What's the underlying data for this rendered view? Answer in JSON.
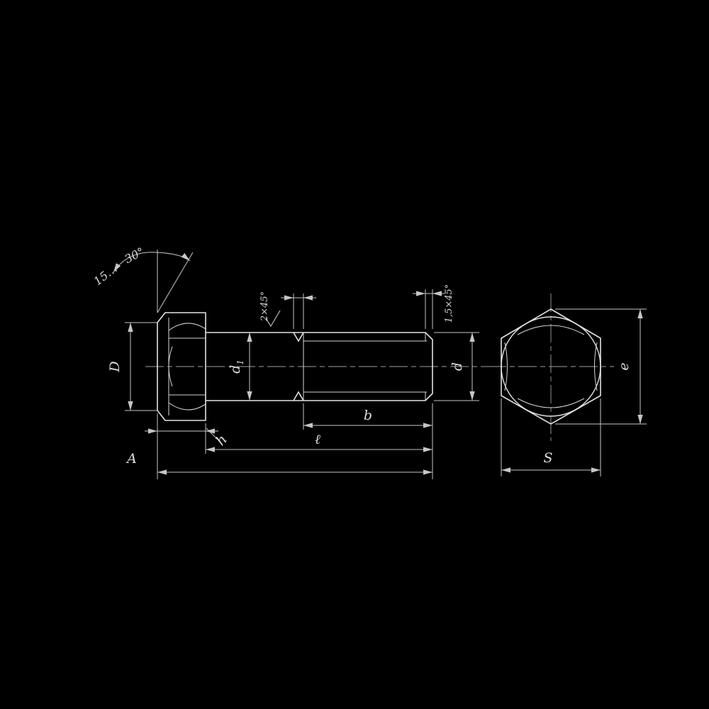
{
  "drawing": {
    "type": "technical-drawing",
    "subject": "Hex head bolt, side view and hex end view with symbolic dimensions",
    "colors": {
      "background": "#000000",
      "outline": "#e2e2e2",
      "dimension": "#c6c6c6",
      "centerline": "#9f9f9f",
      "text": "#dedede"
    },
    "labels": {
      "chamfer_angle_part1": "15…",
      "chamfer_angle_part2": "30°",
      "head_diameter": "D",
      "shank_diameter_base": "d",
      "shank_diameter_sub": "1",
      "thread_diameter": "d",
      "thread_length": "b",
      "bolt_length": "ℓ",
      "head_height": "h",
      "overall_length": "A",
      "width_across_flats": "S",
      "width_across_corners": "e",
      "undercut_note": "2×45°",
      "end_chamfer_note": "1,5×45°"
    }
  }
}
